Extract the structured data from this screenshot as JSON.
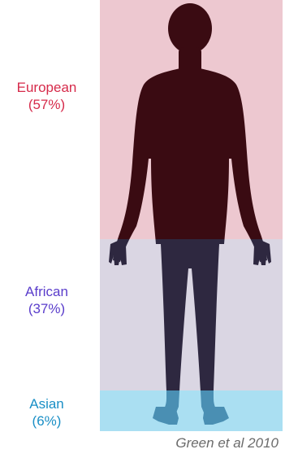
{
  "segments": [
    {
      "name": "European",
      "percent_label": "(57%)",
      "fraction": 0.57,
      "band_color": "#edc8d0",
      "text_color": "#d62a4a"
    },
    {
      "name": "African",
      "percent_label": "(37%)",
      "fraction": 0.37,
      "band_color": "#dad6e3",
      "text_color": "#5a3dcb"
    },
    {
      "name": "Asian",
      "percent_label": "(6%)",
      "fraction": 0.06,
      "band_color": "#aadff2",
      "text_color": "#1a8fc6"
    }
  ],
  "caption": "Green et al 2010",
  "colors": {
    "silhouette_top": "#3a0b12",
    "silhouette_middle": "#2e2840",
    "silhouette_bottom": "#4a8fb3"
  }
}
